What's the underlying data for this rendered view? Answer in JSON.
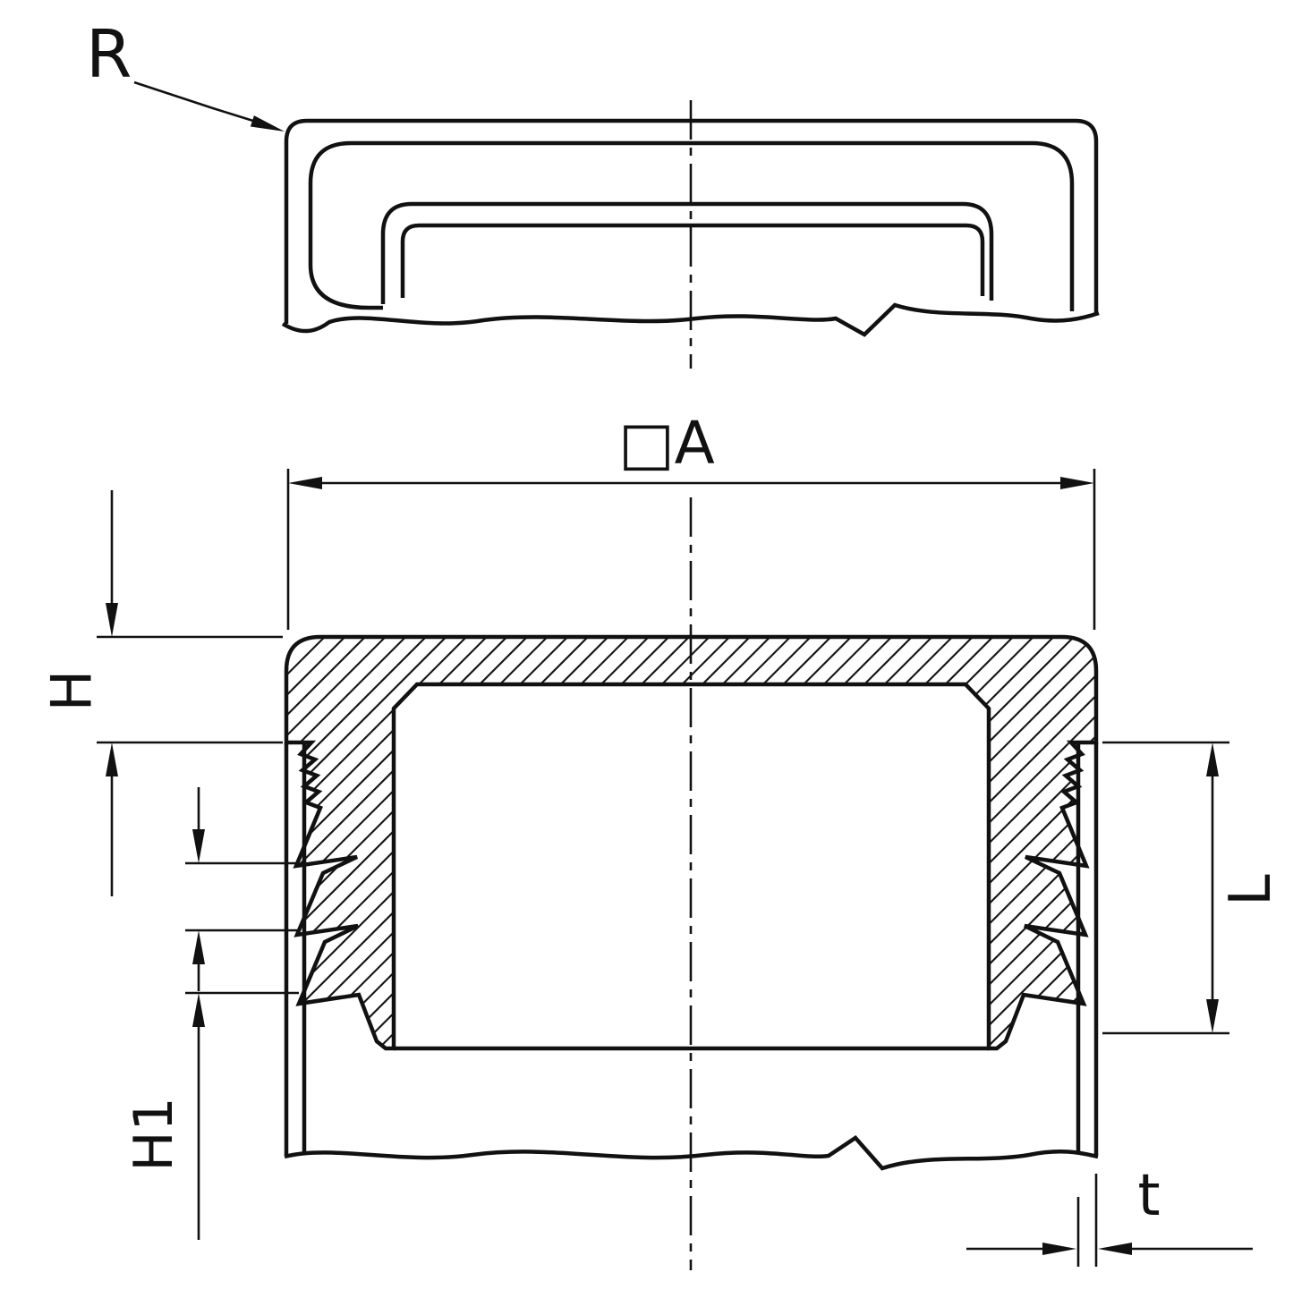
{
  "meta": {
    "type": "technical-drawing",
    "subject": "Plastic insert cap for square tube - side view and cross section with ribs"
  },
  "labels": {
    "radius": "R",
    "width": "□A",
    "height_h": "H",
    "height_h1": "H1",
    "length_l": "L",
    "thickness_t": "t"
  },
  "colors": {
    "ink": "#111111",
    "background": "#ffffff"
  }
}
